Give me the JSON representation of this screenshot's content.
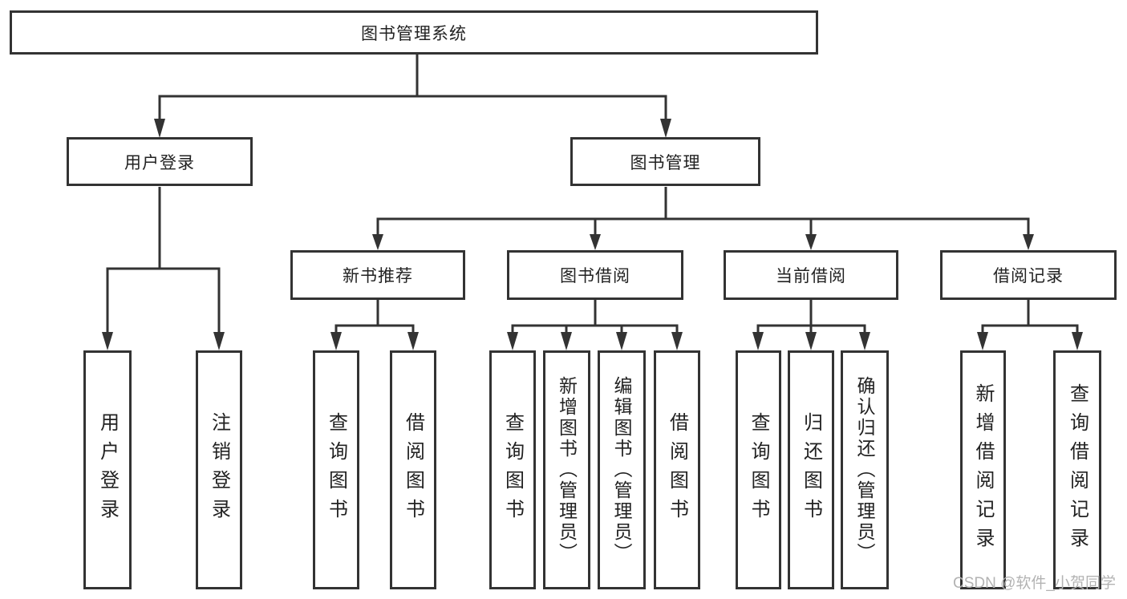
{
  "tree": {
    "label": "图书管理系统",
    "children": [
      {
        "label": "用户登录",
        "children": [
          {
            "label": "用户登录"
          },
          {
            "label": "注销登录"
          }
        ]
      },
      {
        "label": "图书管理",
        "children": [
          {
            "label": "新书推荐",
            "children": [
              {
                "label": "查询图书"
              },
              {
                "label": "借阅图书"
              }
            ]
          },
          {
            "label": "图书借阅",
            "children": [
              {
                "label": "查询图书"
              },
              {
                "label": "新增图书（管理员）"
              },
              {
                "label": "编辑图书（管理员）"
              },
              {
                "label": "借阅图书"
              }
            ]
          },
          {
            "label": "当前借阅",
            "children": [
              {
                "label": "查询图书"
              },
              {
                "label": "归还图书"
              },
              {
                "label": "确认归还（管理员）"
              }
            ]
          },
          {
            "label": "借阅记录",
            "children": [
              {
                "label": "新增借阅记录"
              },
              {
                "label": "查询借阅记录"
              }
            ]
          }
        ]
      }
    ]
  },
  "watermark": {
    "text": "CSDN @软件_小贺同学"
  },
  "colors": {
    "line": "#333333",
    "text": "#222222",
    "watermark": "#b3b3b3",
    "background": "#ffffff"
  }
}
